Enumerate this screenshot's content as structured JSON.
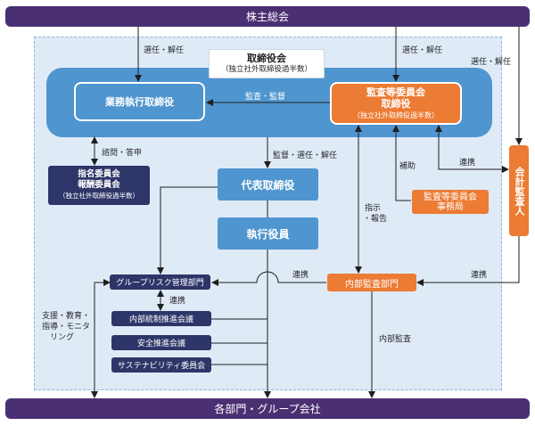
{
  "top_bar": "株主総会",
  "bottom_bar": "各部門・グループ会社",
  "board": {
    "title": "取締役会",
    "subtitle": "（独立社外取締役過半数）"
  },
  "exec_directors": "業務執行取締役",
  "audit_committee": {
    "line1": "監査等委員会",
    "line2": "取締役",
    "line3": "（独立社外取締役過半数）"
  },
  "nomination": {
    "line1": "指名委員会",
    "line2": "報酬委員会",
    "line3": "（独立社外取締役過半数）"
  },
  "representative": "代表取締役",
  "officers": "執行役員",
  "audit_office": {
    "line1": "監査等委員会",
    "line2": "事務局"
  },
  "accounting_auditor": "会計監査人",
  "group_risk": "グループリスク管理部門",
  "internal_control": "内部統制推進会議",
  "safety": "安全推進会議",
  "sustainability": "サステナビリティ委員会",
  "internal_audit_dept": "内部監査部門",
  "labels": {
    "elect_dismiss_1": "選任・解任",
    "elect_dismiss_2": "選任・解任",
    "elect_dismiss_3": "選任・解任",
    "audit_supervise": "監査・監督",
    "supervise_elect_dismiss": "監督・選任・解任",
    "consult_report": "諮問・答申",
    "assist": "補助",
    "cooperation_1": "連携",
    "cooperation_2": "連携",
    "cooperation_3": "連携",
    "cooperation_4": "連携",
    "instruct": "指示",
    "report": "・報告",
    "internal_audit": "内部監査",
    "support_1": "支援・教育・",
    "support_2": "指導・モニタ",
    "support_3": "リング"
  }
}
